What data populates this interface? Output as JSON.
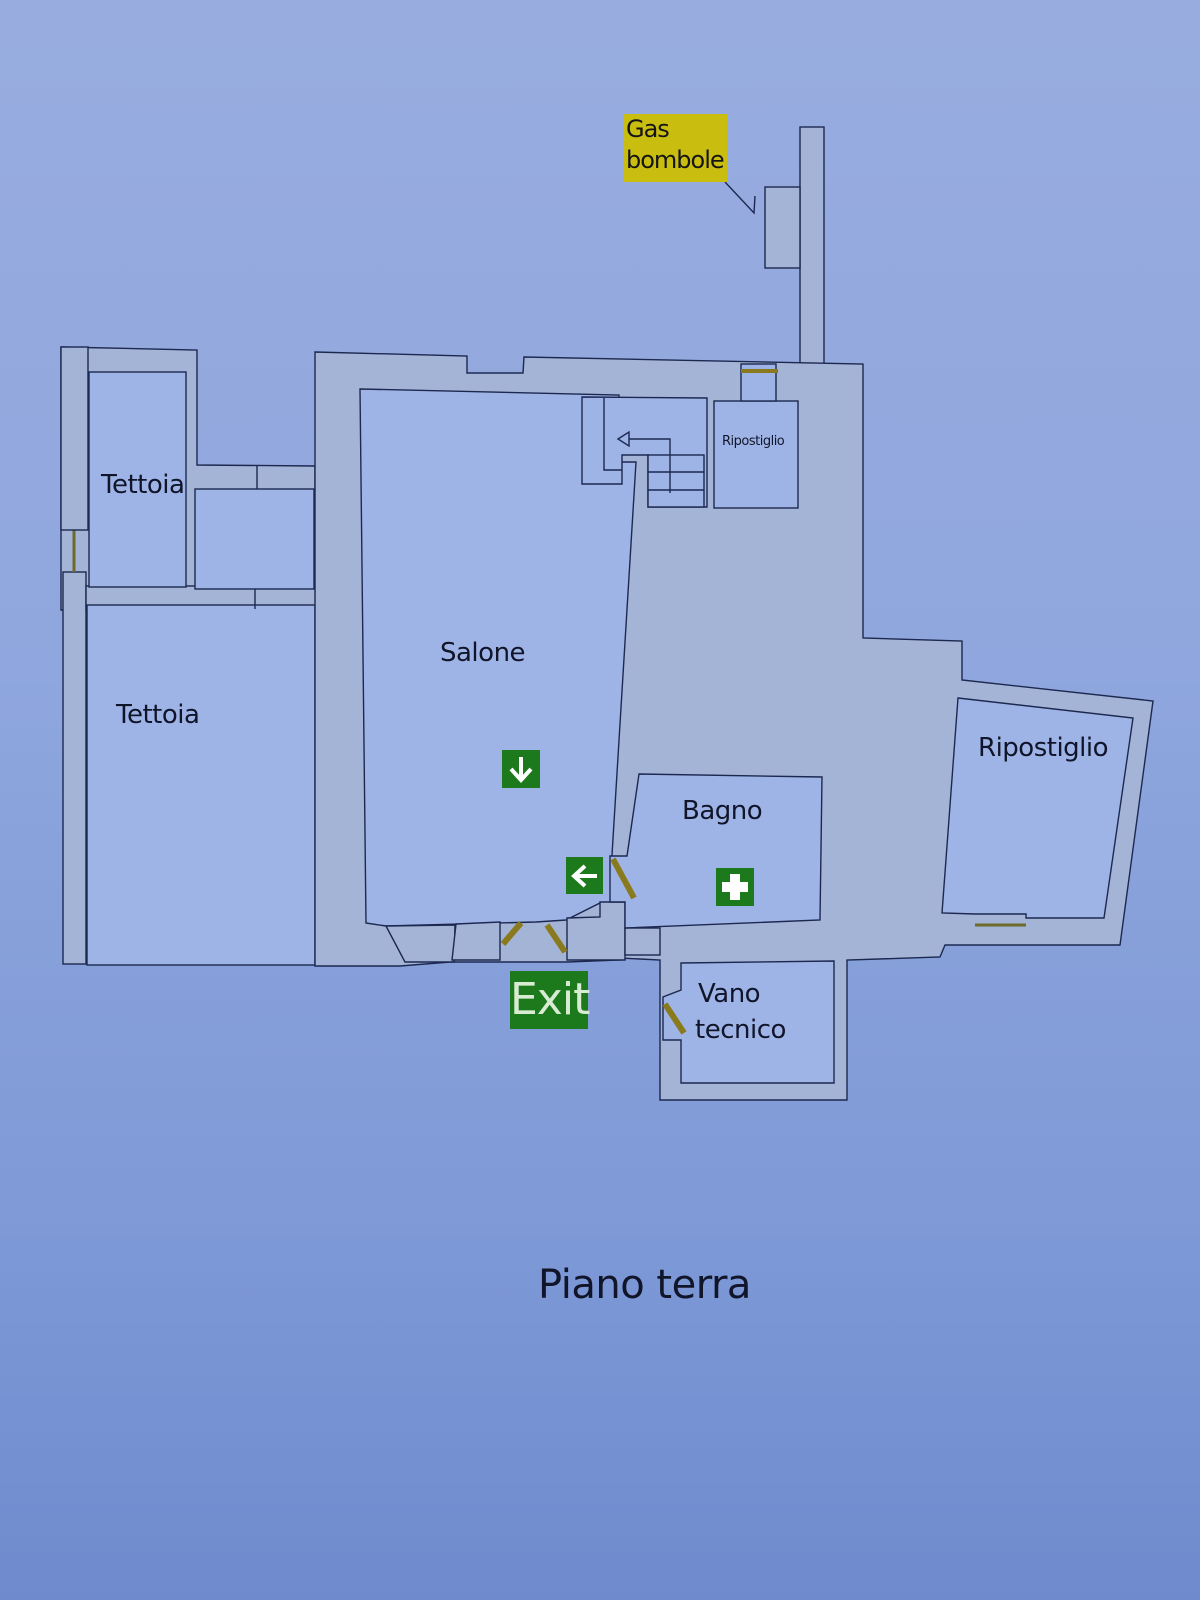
{
  "plan": {
    "title": "Piano terra",
    "colors": {
      "background": "#90a7de",
      "wall_fill": "#a4b4d6",
      "room_fill": "#9fb4e6",
      "outline": "#1c2850",
      "door": "#8a7a1e",
      "gas_tag": "#c9bd10",
      "safety_green": "#1d7a1c"
    },
    "rooms": [
      {
        "id": "tettoia-upper",
        "label": "Tettoia"
      },
      {
        "id": "tettoia-lower",
        "label": "Tettoia"
      },
      {
        "id": "salone",
        "label": "Salone"
      },
      {
        "id": "ripostiglio-small",
        "label": "Ripostiglio"
      },
      {
        "id": "ripostiglio-large",
        "label": "Ripostiglio"
      },
      {
        "id": "bagno",
        "label": "Bagno"
      },
      {
        "id": "vano-tecnico",
        "label_line1": "Vano",
        "label_line2": "tecnico"
      }
    ],
    "annotations": {
      "gas_line1": "Gas",
      "gas_line2": "bombole"
    },
    "signs": {
      "exit_label": "Exit",
      "arrow_down_icon": "arrow-down-icon",
      "arrow_left_icon": "arrow-left-icon",
      "first_aid_icon": "first-aid-cross-icon",
      "stair_arrow_icon": "stair-direction-arrow-icon"
    }
  }
}
